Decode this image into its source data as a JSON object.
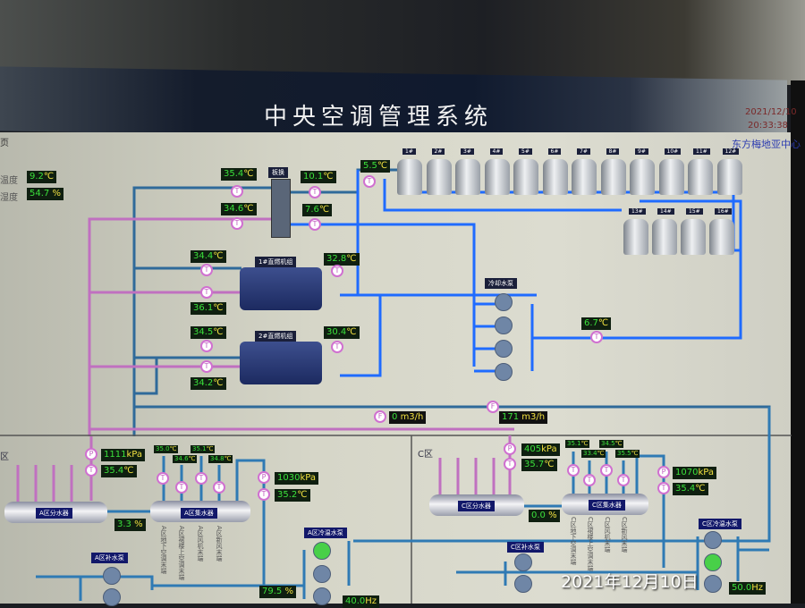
{
  "header": {
    "title": "中央空调管理系统",
    "date": "2021/12/10",
    "time": "20:33:38",
    "org": "东方梅地亚中心",
    "page_label": "页"
  },
  "env": {
    "temp_label": "温度",
    "temp": "9.2",
    "humidity_label": "湿度",
    "humidity": "54.7"
  },
  "units": {
    "c": "℃",
    "pct": "%",
    "kpa": "kPa",
    "flow": "m3/h",
    "hz": "Hz"
  },
  "plate_hx": {
    "label": "板换",
    "in_hot": "35.4",
    "in_cold": "34.6",
    "out_hot": "10.1",
    "out_cold": "7.6"
  },
  "tower_header_temp": "5.5",
  "towers": [
    "1#",
    "2#",
    "3#",
    "4#",
    "5#",
    "6#",
    "7#",
    "8#",
    "9#",
    "10#",
    "11#",
    "12#",
    "13#",
    "14#",
    "15#",
    "16#"
  ],
  "chillers": [
    {
      "label": "1#直燃机组",
      "t_left_top": "34.4",
      "t_left_bottom": "36.1",
      "t_right": "32.8"
    },
    {
      "label": "2#直燃机组",
      "t_left_top": "34.5",
      "t_left_bottom": "34.2",
      "t_right": "30.4"
    }
  ],
  "cooling_pump_label": "冷却水泵",
  "cooling_supply_temp": "6.7",
  "flow": {
    "left": "0",
    "right": "171"
  },
  "zone_a": {
    "label": "区",
    "pressure_supply": "1111",
    "temp_supply": "35.4",
    "distributor": "A区分水器",
    "collector": "A区集水器",
    "valve": "3.3",
    "branch_temps": [
      "35.0",
      "34.6",
      "35.1",
      "34.8"
    ],
    "branches": [
      "A区地下空调末端",
      "A区裙楼上空调末端",
      "A区风机末端",
      "A区新风末端"
    ],
    "pressure_return": "1030",
    "temp_return": "35.2",
    "hw_pump_label": "A区冷温水泵",
    "makeup_pump_label": "A区补水泵",
    "bypass": "79.5",
    "freq": "40.0"
  },
  "zone_c": {
    "label": "C区",
    "pressure_supply": "405",
    "temp_supply": "35.7",
    "distributor": "C区分水器",
    "collector": "C区集水器",
    "valve": "0.0",
    "branch_temps": [
      "35.1",
      "33.4",
      "34.5",
      "35.5"
    ],
    "branches": [
      "C区地下空调末端",
      "C区裙楼上空调末端",
      "C区风机末端",
      "C区新风末端"
    ],
    "pressure_return": "1070",
    "temp_return": "35.4",
    "hw_pump_label": "C区冷温水泵",
    "makeup_pump_label": "C区补水泵",
    "freq": "50.0"
  },
  "watermark": "2021年12月10日",
  "sensor": {
    "t": "T",
    "p": "P",
    "f": "F"
  }
}
